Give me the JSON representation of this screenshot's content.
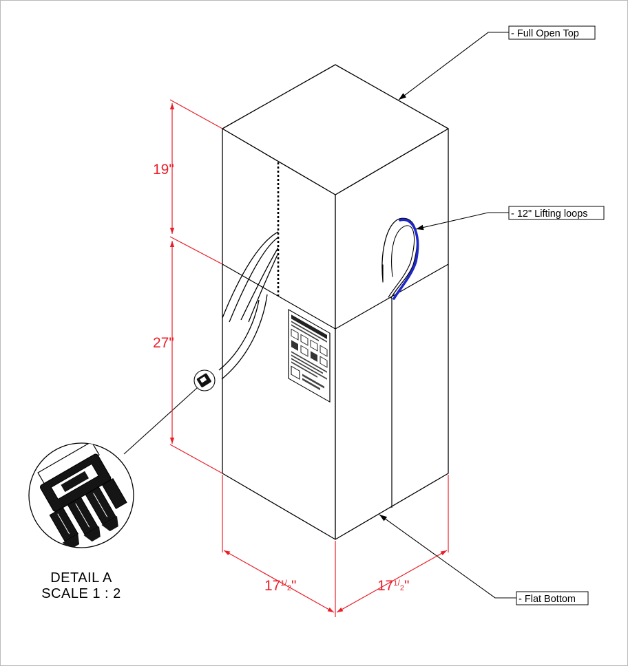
{
  "callouts": {
    "top": "Full Open Top",
    "loops": "12\" Lifting loops",
    "bottom": "Flat Bottom"
  },
  "dimensions": {
    "upper_height": "19\"",
    "lower_height": "27\"",
    "width_left_whole": "17",
    "width_right_whole": "17",
    "width_fraction_num": "1",
    "width_fraction_den": "2",
    "inch_mark": "\""
  },
  "detail": {
    "title": "DETAIL A",
    "scale": "SCALE 1 : 2"
  },
  "colors": {
    "dimension": "#e8202a",
    "line": "#000000",
    "loop_accent": "#1e27c8",
    "sheet": "#ffffff",
    "background": "#e6e6e6"
  }
}
